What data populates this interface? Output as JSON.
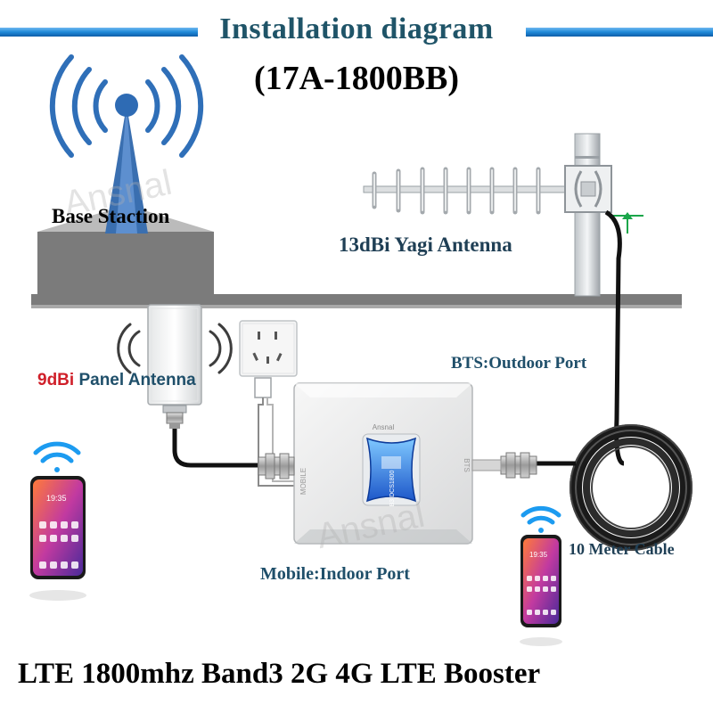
{
  "title": "Installation diagram",
  "model": "(17A-1800BB)",
  "labels": {
    "base_station": "Base Staction",
    "yagi_antenna": "13dBi Yagi Antenna",
    "panel_gain": "9dBi",
    "panel_antenna": " Panel Antenna",
    "outdoor_port": "BTS:Outdoor Port",
    "indoor_port": "Mobile:Indoor Port",
    "cable": "10 Meter Cable"
  },
  "booster": {
    "brand": "Ansnal",
    "screen_text": "B3 DCS1800",
    "port_left": "MOBILE",
    "port_right": "BTS"
  },
  "phone_time": "19:35",
  "watermark": "Ansnal",
  "caption": "LTE 1800mhz Band3 2G 4G LTE Booster",
  "colors": {
    "title": "#1f5468",
    "header_bar": "#1f8ad8",
    "panel_gain_label": "#d0202a",
    "base_station_signal": "#2f6fb8",
    "wifi": "#1c9bf0"
  }
}
